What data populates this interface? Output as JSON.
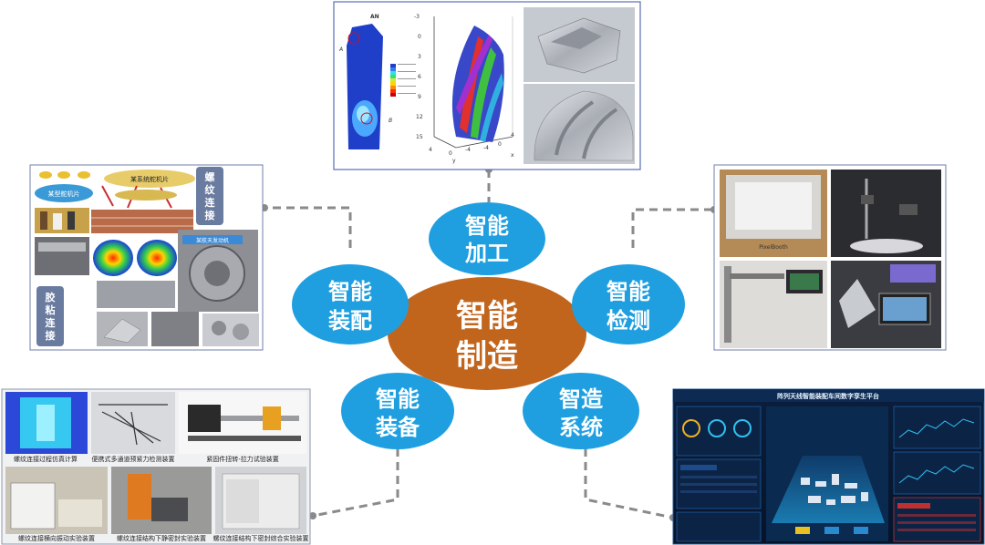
{
  "center": {
    "line1": "智能",
    "line2": "制造",
    "color": "#c2651c"
  },
  "nodes": [
    {
      "id": "processing",
      "line1": "智能",
      "line2": "加工"
    },
    {
      "id": "assembly",
      "line1": "智能",
      "line2": "装配"
    },
    {
      "id": "inspection",
      "line1": "智能",
      "line2": "检测"
    },
    {
      "id": "equipment",
      "line1": "智能",
      "line2": "装备"
    },
    {
      "id": "system",
      "line1": "智造",
      "line2": "系统"
    }
  ],
  "node_color": "#1f9fe0",
  "connector_color": "#8a8a8a",
  "assembly_panel": {
    "bolt_label": [
      "螺",
      "纹",
      "连",
      "接"
    ],
    "glue_label": [
      "胶",
      "粘",
      "连",
      "接"
    ],
    "banner_1": "某型舵机片",
    "banner_2": "某系统舵机片",
    "banner_3": "某航天发动机"
  },
  "equipment_panel": {
    "captions": [
      "螺纹连接过程仿真计算",
      "便携式多通道预紧力检测装置",
      "紧固件扭转-拉力试验装置",
      "螺纹连接横向振动实验装置",
      "螺纹连接结构下静密封实验装置",
      "螺纹连接结构下密封综合实验装置"
    ]
  },
  "system_panel": {
    "title": "阵列天线智能装配车间数字孪生平台"
  },
  "processing_panel": {
    "axis_y": "y",
    "axis_x": "x",
    "ticks_vertical": [
      "-3",
      "0",
      "3",
      "6",
      "9",
      "12",
      "15"
    ],
    "ticks_bottom": [
      "4",
      "0",
      "-4",
      "-4",
      "0",
      "4"
    ],
    "marker_a": "A",
    "marker_b": "B",
    "legend_head": "AN"
  },
  "inspection_panel": {
    "box_label": "PixelBooth"
  }
}
